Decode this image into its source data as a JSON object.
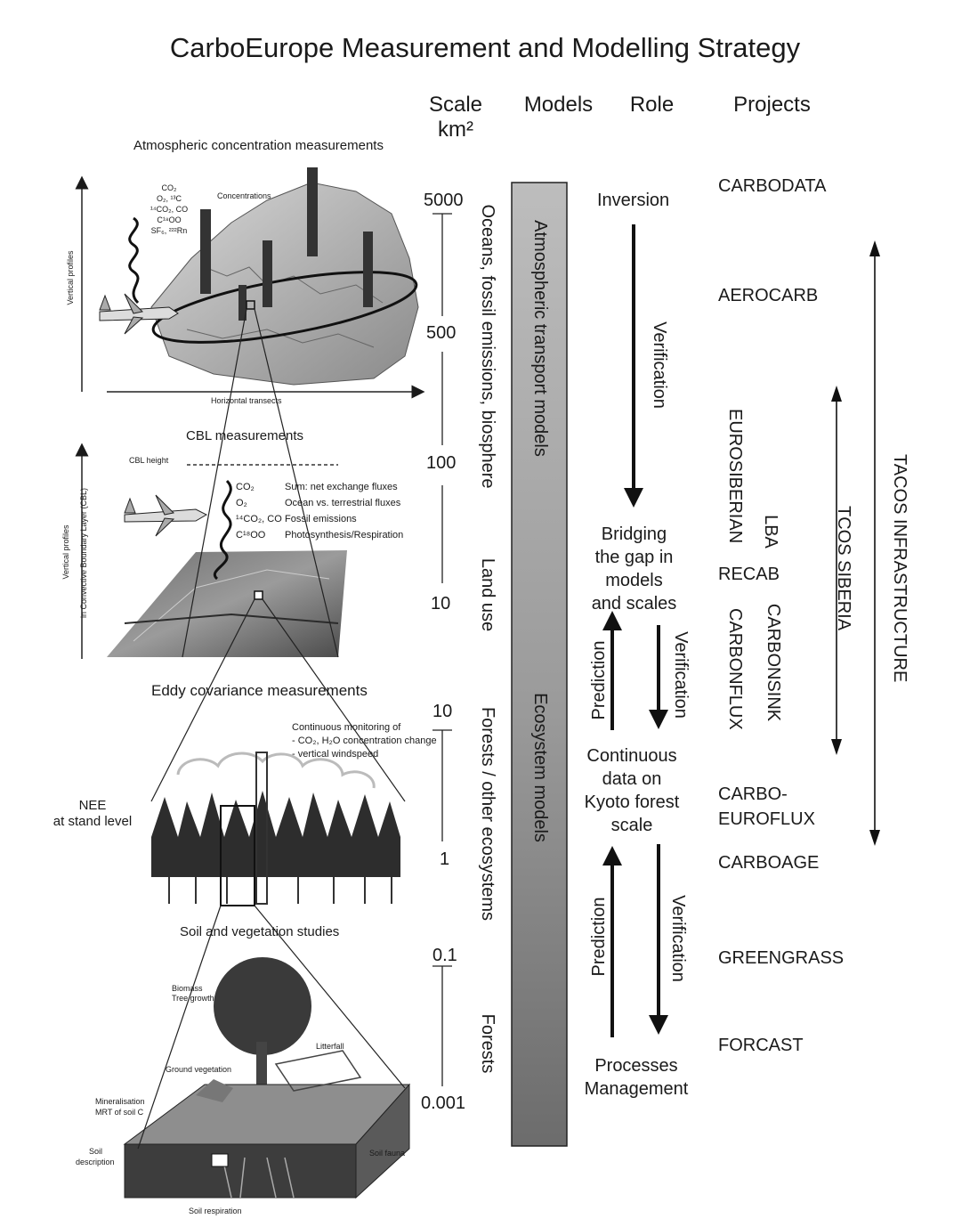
{
  "title": "CarboEurope Measurement and Modelling Strategy",
  "headers": {
    "scale": "Scale",
    "scale_unit": "km²",
    "models": "Models",
    "role": "Role",
    "projects": "Projects"
  },
  "scale_ticks": [
    "5000",
    "500",
    "100",
    "10",
    "10",
    "1",
    "0.1",
    "0.001"
  ],
  "domains": [
    "Oceans, fossil emissions, biosphere",
    "Land use",
    "Forests / other ecosystems",
    "Forests"
  ],
  "models": [
    "Atmospheric transport models",
    "Ecosystem models"
  ],
  "roles": {
    "inversion": "Inversion",
    "verification": "Verification",
    "prediction": "Prediction",
    "bridging": [
      "Bridging",
      "the gap in",
      "models",
      "and scales"
    ],
    "continuous": [
      "Continuous",
      "data on",
      "Kyoto forest",
      "scale"
    ],
    "processes": [
      "Processes",
      "Management"
    ]
  },
  "projects": {
    "carbodata": "CARBODATA",
    "aerocarb": "AEROCARB",
    "eurosiberian": "EUROSIBERIAN",
    "lba": "LBA",
    "recab": "RECAB",
    "carbonflux": "CARBONFLUX",
    "carbonsink": "CARBONSINK",
    "carboeuroflux": [
      "CARBO-",
      "EUROFLUX"
    ],
    "carboage": "CARBOAGE",
    "greengrass": "GREENGRASS",
    "forcast": "FORCAST",
    "tcos_siberia": "TCOS SIBERIA",
    "tacos_infrastructure": "TACOS INFRASTRUCTURE"
  },
  "panels": {
    "atm": {
      "title": "Atmospheric concentration measurements",
      "vertical_axis": "Vertical profiles",
      "horizontal_axis": "Horizontal transects",
      "concentrations": "Concentrations",
      "species": [
        "CO₂",
        "O₂, ¹³C",
        "¹⁴CO₂, CO",
        "C¹⁸OO",
        "SF₆, ²²²Rn"
      ]
    },
    "cbl": {
      "title": "CBL measurements",
      "cbl_height": "CBL height",
      "vertical_axis_1": "Vertical profiles",
      "vertical_axis_2": "in Convective Boundary Layer (CBL)",
      "species": [
        "CO₂",
        "O₂",
        "¹⁴CO₂, CO",
        "C¹⁸OO"
      ],
      "descriptions": [
        "Sum: net exchange fluxes",
        "Ocean vs. terrestrial fluxes",
        "Fossil emissions",
        "Photosynthesis/Respiration"
      ]
    },
    "eddy": {
      "title": "Eddy covariance measurements",
      "monitor": [
        "Continuous monitoring of",
        "-   CO₂, H₂O concentration change",
        "-   vertical windspeed"
      ],
      "nee": [
        "NEE",
        "at stand level"
      ]
    },
    "soil": {
      "title": "Soil and vegetation studies",
      "labels": [
        "Biomass",
        "Tree growth",
        "Litterfall",
        "Ground vegetation",
        "Mineralisation",
        "MRT of soil C",
        "Soil",
        "description",
        "Soil fauna",
        "Soil respiration"
      ]
    }
  },
  "colors": {
    "bar_top": "#b9b9b9",
    "bar_bottom": "#6f6f6f",
    "ink": "#1a1a1a"
  }
}
